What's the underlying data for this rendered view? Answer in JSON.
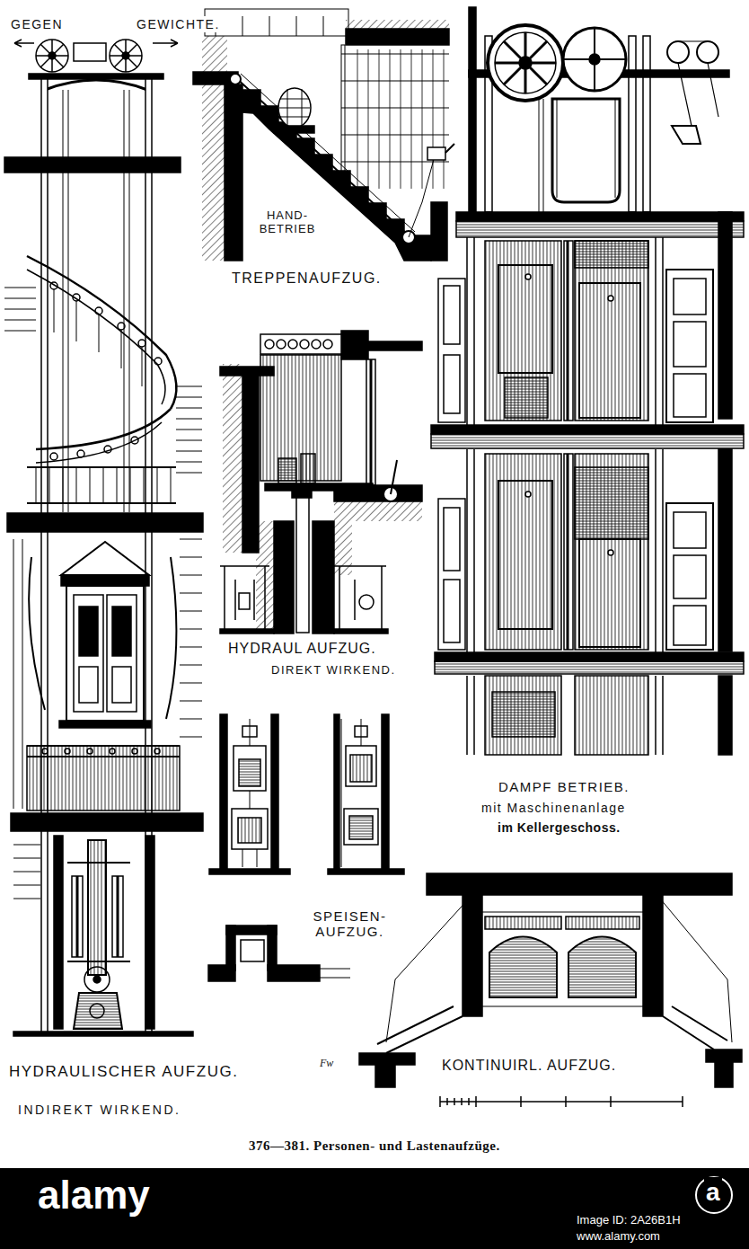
{
  "diagram": {
    "caption": "376—381. Personen- und Lastenaufzüge.",
    "labels": [
      "GEGEN",
      "GEWICHTE.",
      "HAND- BETRIEB",
      "TREPPENAUFZUG.",
      "HYDRAUL AUFZUG.",
      "DIREKT WIRKEND.",
      "DAMPF BETRIEB.",
      "mit Maschinenanlage",
      "im Kellergeschoss.",
      "SPEISEN- AUFZUG.",
      "HYDRAULISCHER AUFZUG.",
      "INDIREKT WIRKEND.",
      "KONTINUIRL. AUFZUG.",
      "Fw",
      "alamy",
      "a",
      "Image ID: 2A26B1H",
      "www.alamy.com"
    ]
  }
}
